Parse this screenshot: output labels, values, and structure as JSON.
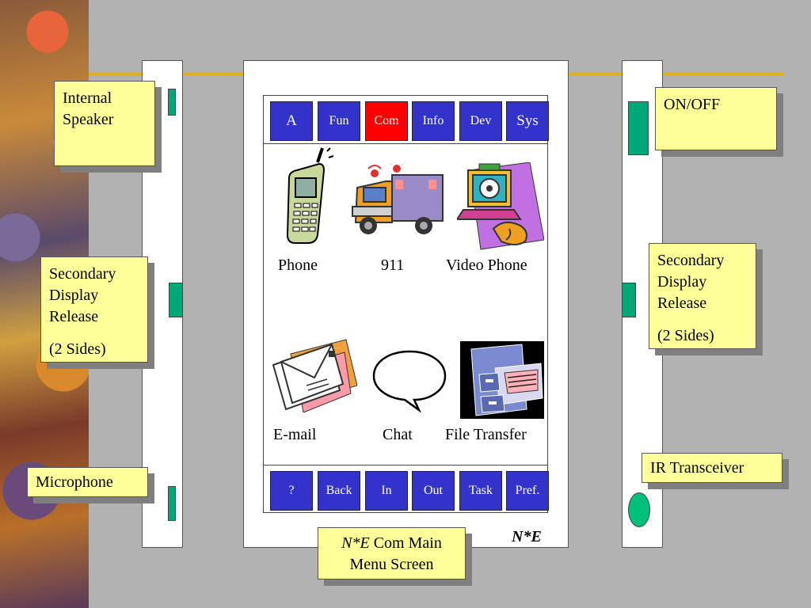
{
  "colors": {
    "callout_bg": "#ffff99",
    "nav_button": "#3333cc",
    "nav_active": "#ff0000",
    "tab_green": "#00a878"
  },
  "callouts": {
    "internal_speaker": [
      "Internal",
      "Speaker"
    ],
    "secondary_left": [
      "Secondary",
      "Display",
      "Release",
      "(2 Sides)"
    ],
    "microphone": "Microphone",
    "on_off": "ON/OFF",
    "secondary_right": [
      "Secondary",
      "Display",
      "Release",
      "(2 Sides)"
    ],
    "ir_transceiver": "IR Transceiver",
    "caption_brand": "N*E",
    "caption_rest_1": " Com Main",
    "caption_rest_2": "Menu Screen"
  },
  "screen": {
    "top_nav": [
      "A",
      "Fun",
      "Com",
      "Info",
      "Dev",
      "Sys"
    ],
    "top_nav_active": "Com",
    "apps": [
      {
        "label": "Phone",
        "icon": "cell-phone-icon"
      },
      {
        "label": "911",
        "icon": "ambulance-icon"
      },
      {
        "label": "Video Phone",
        "icon": "video-phone-icon"
      },
      {
        "label": "E-mail",
        "icon": "envelopes-icon"
      },
      {
        "label": "Chat",
        "icon": "speech-bubble-icon"
      },
      {
        "label": "File Transfer",
        "icon": "file-cabinet-icon"
      }
    ],
    "bottom_nav": [
      "?",
      "Back",
      "In",
      "Out",
      "Task",
      "Pref."
    ],
    "logo": "N*E"
  }
}
